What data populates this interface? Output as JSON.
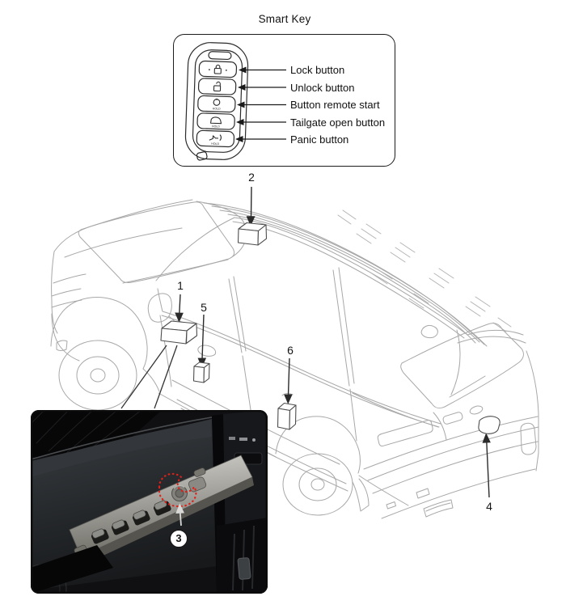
{
  "smart_key": {
    "title": "Smart Key",
    "hold_text": "HOLD",
    "buttons": [
      {
        "label": "Lock button",
        "icon": "lock-icon"
      },
      {
        "label": "Unlock button",
        "icon": "unlock-icon"
      },
      {
        "label": "Button remote start",
        "icon": "remote-start-icon"
      },
      {
        "label": "Tailgate open button",
        "icon": "tailgate-icon"
      },
      {
        "label": "Panic button",
        "icon": "panic-horn-icon"
      }
    ]
  },
  "vehicle_diagram": {
    "callouts": [
      {
        "number": "1"
      },
      {
        "number": "2"
      },
      {
        "number": "3"
      },
      {
        "number": "4"
      },
      {
        "number": "5"
      },
      {
        "number": "6"
      }
    ]
  },
  "colors": {
    "line_art": "#a8a8a8",
    "callout_ink": "#222222",
    "highlight_red": "#e02018",
    "photo_arrow": "#d8d8d6"
  }
}
